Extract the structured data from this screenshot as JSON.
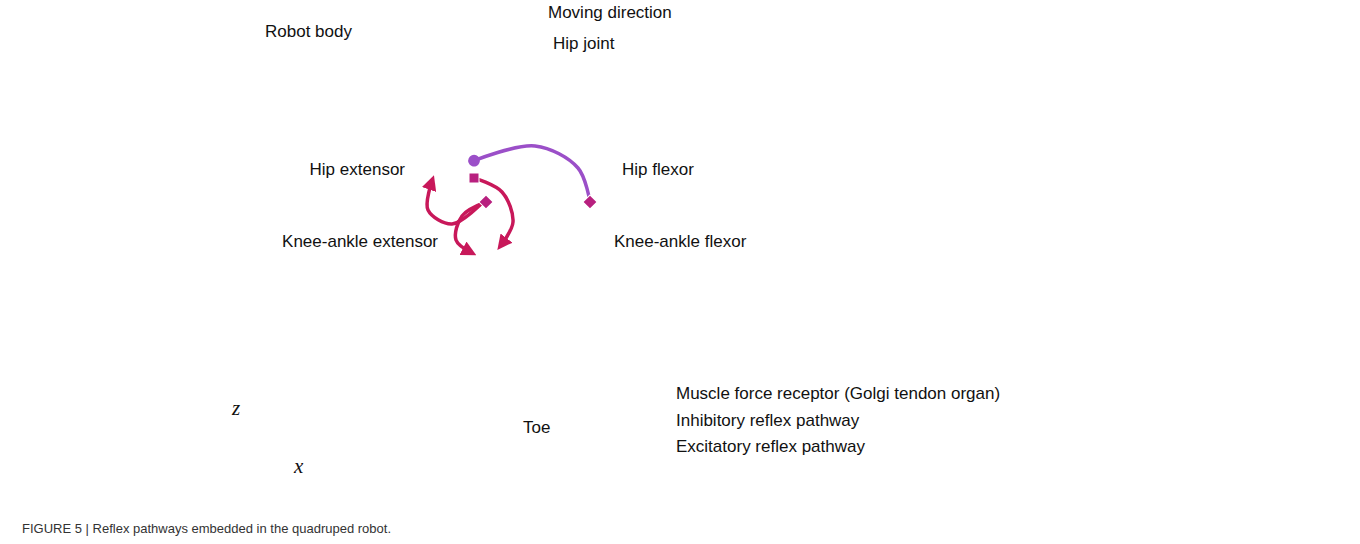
{
  "diagram": {
    "caption": "FIGURE 5 | Reflex pathways embedded in the quadruped robot.",
    "nodes": [
      {
        "text": [
          "Robot body"
        ]
      },
      {
        "text": [
          "Hip extensor"
        ]
      },
      {
        "text": [
          "Hip flexor"
        ]
      },
      {
        "text": [
          "Knee-ankle extensor"
        ]
      },
      {
        "text": [
          "Knee-ankle flexor"
        ]
      }
    ],
    "edges": [
      {
        "from": 4,
        "to": 1,
        "arrow": "to"
      },
      {
        "from": 1,
        "to": 3,
        "arrow": "to"
      },
      {
        "from": 3,
        "to": 1,
        "arrow": "to"
      },
      {
        "from": 3,
        "to": 3,
        "arrow": "to"
      }
    ],
    "labels": [
      "Moving direction",
      "Hip joint",
      "Toe",
      "z",
      "x"
    ],
    "legend": [
      {
        "text": "Muscle force receptor (Golgi tendon organ)"
      },
      {
        "text": "Inhibitory reflex pathway"
      },
      {
        "text": "Excitatory reflex pathway"
      }
    ]
  }
}
